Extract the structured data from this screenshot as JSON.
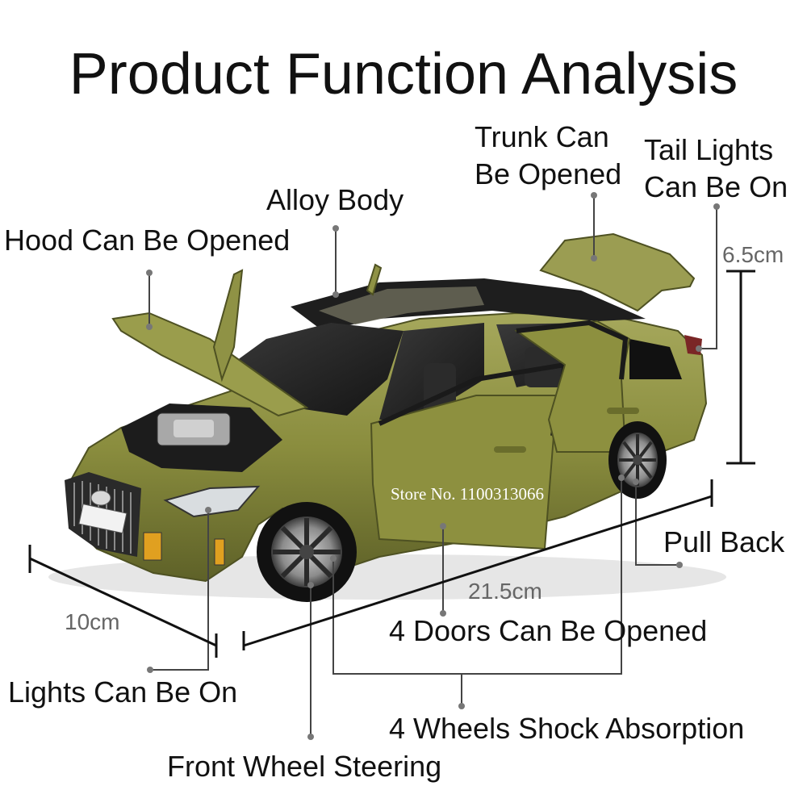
{
  "title": "Product Function Analysis",
  "labels": {
    "hood": "Hood Can Be Opened",
    "alloy_body": "Alloy Body",
    "trunk_line1": "Trunk Can",
    "trunk_line2": "Be Opened",
    "tail_line1": "Tail Lights",
    "tail_line2": "Can Be On",
    "pull_back": "Pull Back",
    "doors": "4 Doors Can Be Opened",
    "lights": "Lights Can Be On",
    "shock": "4 Wheels Shock Absorption",
    "steering": "Front Wheel Steering"
  },
  "dimensions": {
    "height": "6.5cm",
    "length": "21.5cm",
    "width": "10cm"
  },
  "watermark": "Store No. 1100313066",
  "colors": {
    "car_body": "#8a8d3e",
    "background": "#ffffff",
    "text": "#111111"
  }
}
